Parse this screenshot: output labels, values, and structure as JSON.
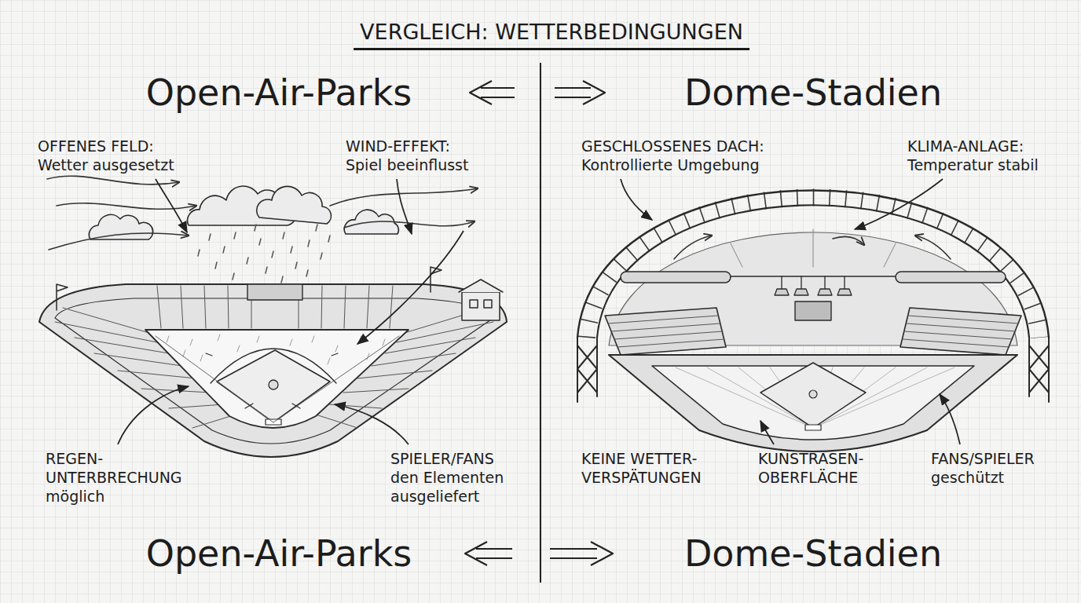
{
  "diagram": {
    "title": "VERGLEICH: WETTERBEDINGUNGEN",
    "labels": [
      "Open-Air-Parks",
      "Dome-Stadien",
      "OFFENES FELD:",
      "Wetter ausgesetzt",
      "WIND-EFFEKT:",
      "Spiel beeinflusst",
      "GESCHLOSSENES DACH:",
      "Kontrollierte Umgebung",
      "KLIMA-ANLAGE:",
      "Temperatur stabil",
      "REGEN- UNTERBRECHUNG",
      "möglich",
      "SPIELER/FANS",
      "den Elementen ausgeliefert",
      "KEINE WETTER- VERSPÄTUNGEN",
      "KUNSTRASEN- OBERFLÄCHE",
      "FANS/SPIELER",
      "geschützt",
      "Open-Air-Parks",
      "Dome-Stadien"
    ]
  }
}
